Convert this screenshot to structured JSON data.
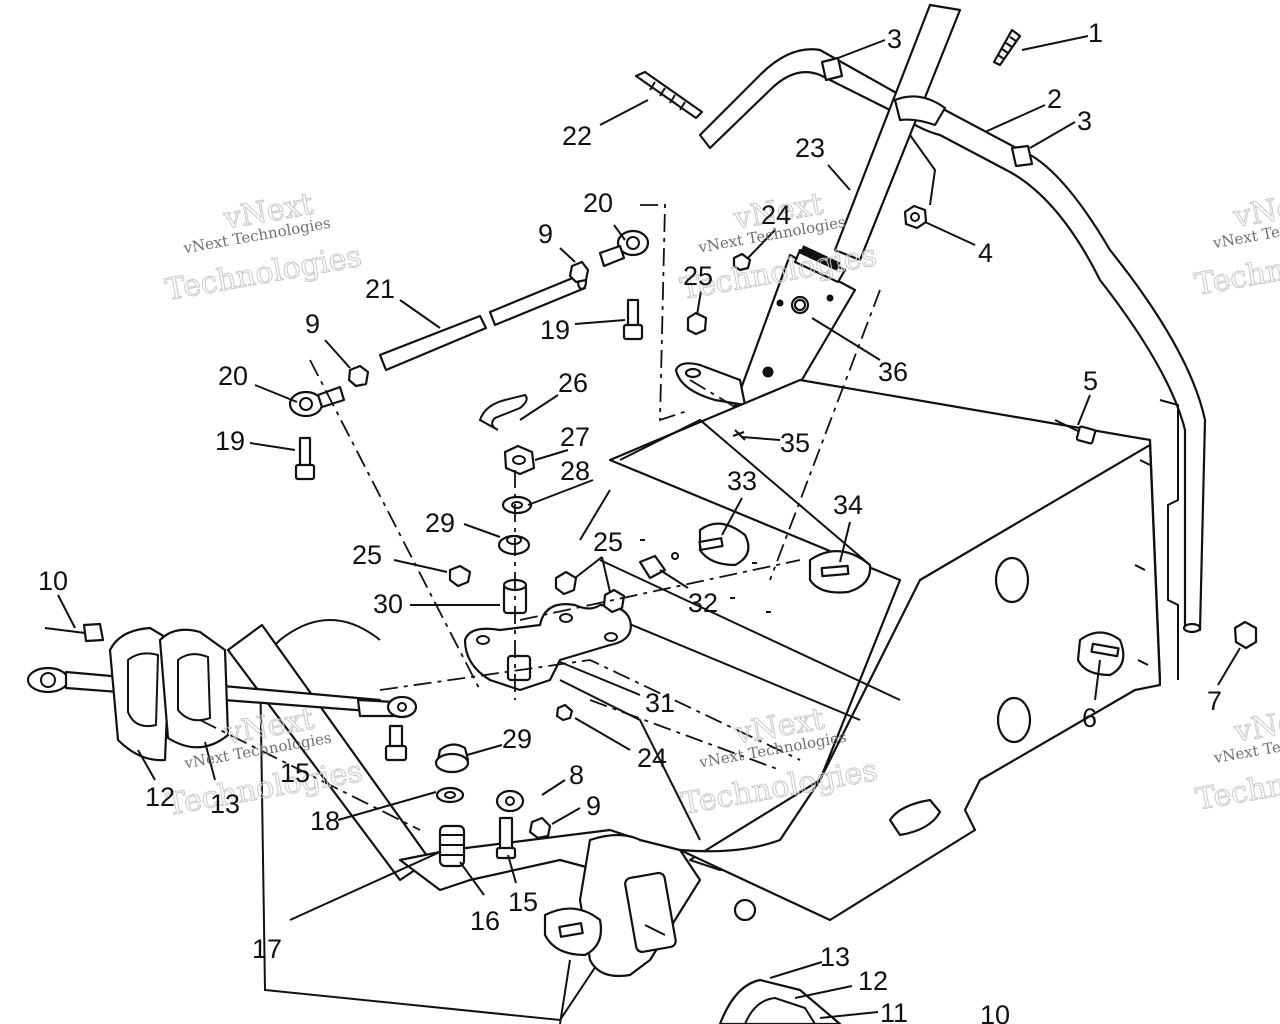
{
  "watermark": {
    "line1": "vNext Technologies",
    "line2": "vNext",
    "line3": "Technologies"
  },
  "callouts": {
    "c1": "1",
    "c2": "2",
    "c3a": "3",
    "c3b": "3",
    "c4": "4",
    "c5": "5",
    "c6": "6",
    "c7": "7",
    "c8": "8",
    "c9a": "9",
    "c9b": "9",
    "c9c": "9",
    "c10a": "10",
    "c10b": "10",
    "c11": "11",
    "c12a": "12",
    "c12b": "12",
    "c13a": "13",
    "c13b": "13",
    "c15a": "15",
    "c15b": "15",
    "c16": "16",
    "c17": "17",
    "c18": "18",
    "c19a": "19",
    "c19b": "19",
    "c20a": "20",
    "c20b": "20",
    "c21": "21",
    "c22": "22",
    "c23": "23",
    "c24a": "24",
    "c24b": "24",
    "c25a": "25",
    "c25b": "25",
    "c25c": "25",
    "c26": "26",
    "c27": "27",
    "c28": "28",
    "c29a": "29",
    "c29b": "29",
    "c30": "30",
    "c31": "31",
    "c32": "32",
    "c33": "33",
    "c34": "34",
    "c35": "35",
    "c36": "36"
  },
  "colors": {
    "ink": "#111111",
    "paper": "#ffffff",
    "watermark": "#c9c9c9"
  }
}
